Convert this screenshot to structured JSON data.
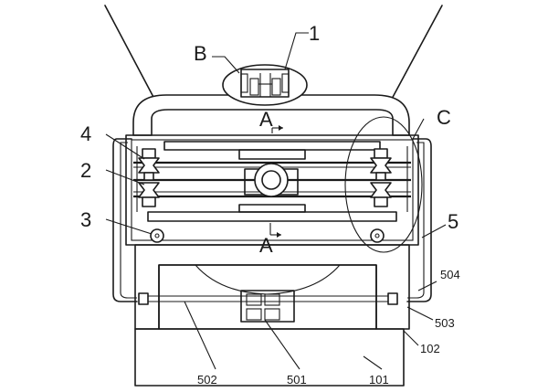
{
  "labels": {
    "l1": "1",
    "lB": "B",
    "lA_top": "A",
    "lC": "C",
    "l4": "4",
    "l2": "2",
    "l3": "3",
    "l5": "5",
    "lA_bottom": "A",
    "l504": "504",
    "l503": "503",
    "l102": "102",
    "l502": "502",
    "l501": "501",
    "l101": "101"
  }
}
